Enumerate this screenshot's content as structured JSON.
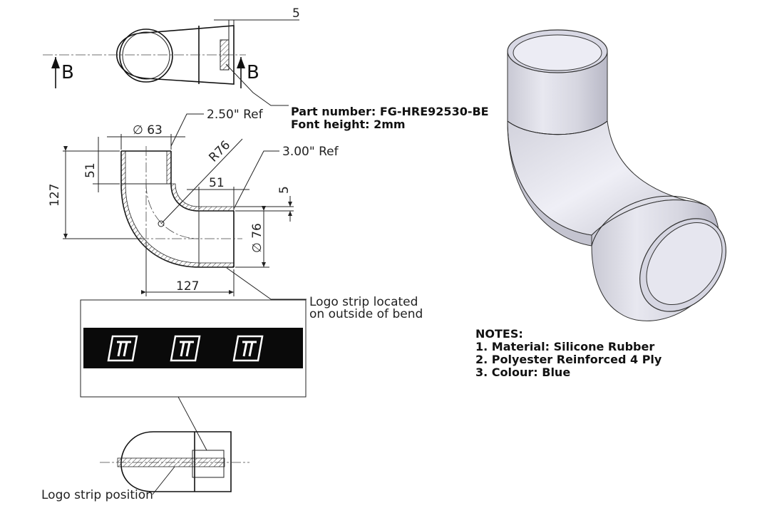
{
  "section_marker": "B",
  "dims": {
    "top_width": "5",
    "diameter_top": "∅ 63",
    "ref_top": "2.50\" Ref",
    "radius": "R76",
    "ref_side": "3.00\" Ref",
    "height_127": "127",
    "height_51": "51",
    "horizontal_51": "51",
    "thickness_5": "5",
    "diameter_side": "∅ 76",
    "width_127": "127"
  },
  "part_info": {
    "part_number": "Part number: FG-HRE92530-BE",
    "font_height": "Font height: 2mm"
  },
  "logo_note": {
    "line1": "Logo strip located",
    "line2": "on outside of bend"
  },
  "logo_position_label": "Logo strip position",
  "notes": {
    "title": "NOTES:",
    "items": [
      "1. Material: Silicone Rubber",
      "2. Polyester Reinforced 4 Ply",
      "3. Colour: Blue"
    ]
  }
}
